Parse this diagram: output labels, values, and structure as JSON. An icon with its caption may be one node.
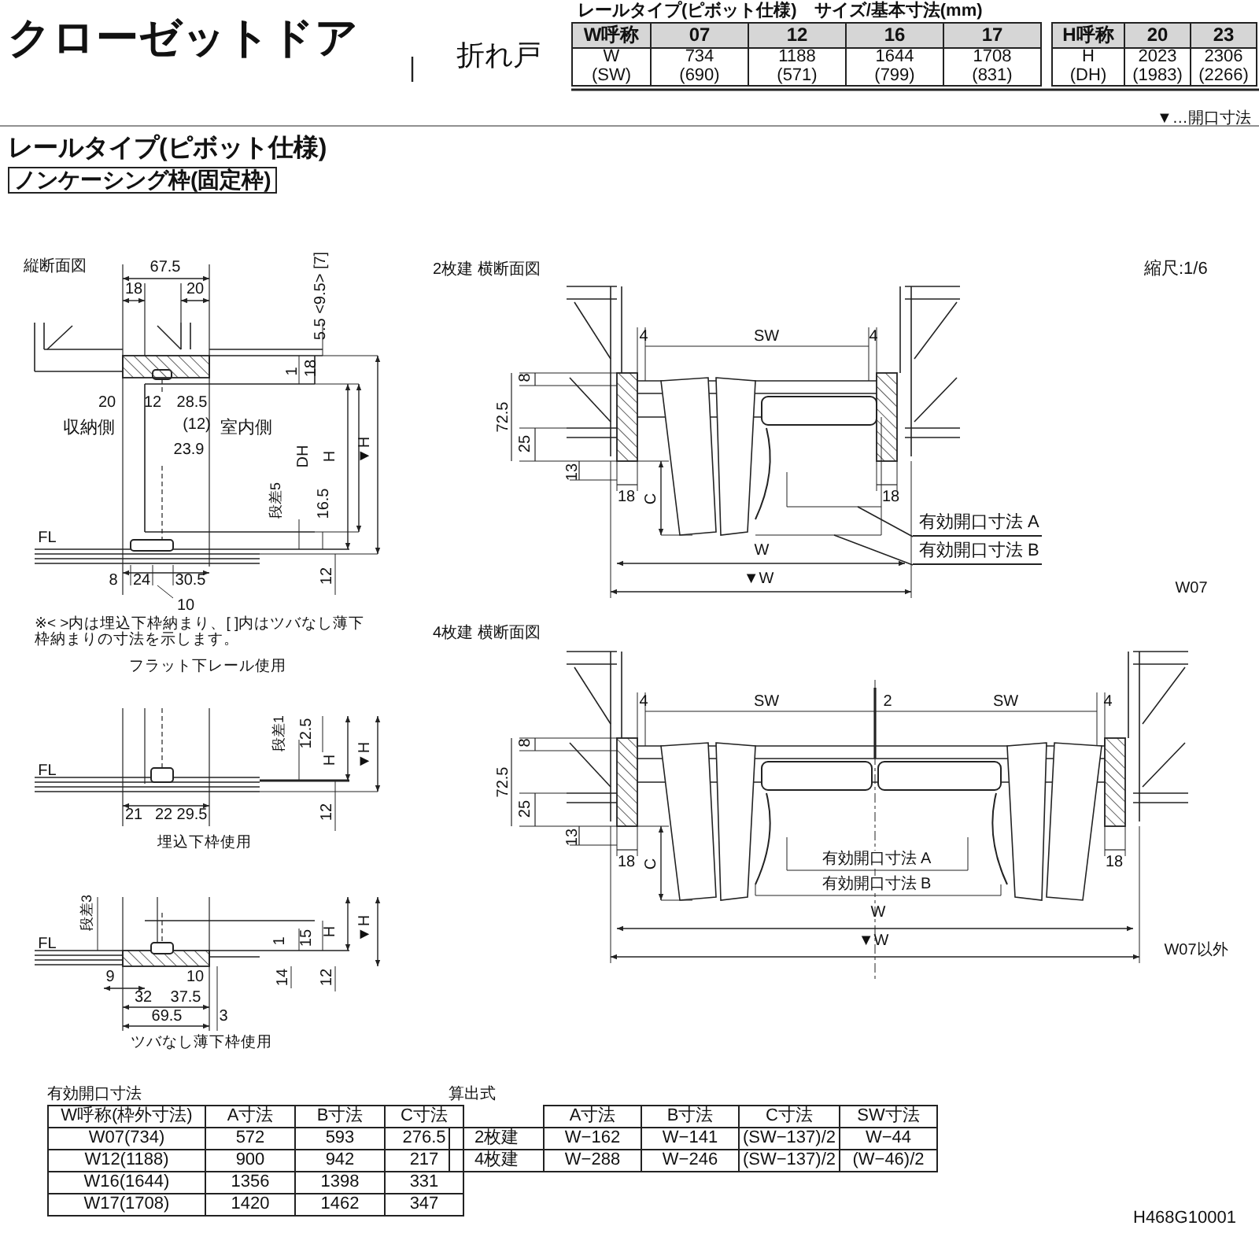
{
  "diagram": {
    "title": "クローゼットドア",
    "nodes": [
      {
        "text": [
          "有効開口寸法 A"
        ]
      },
      {
        "text": [
          "有効開口寸法 B"
        ]
      }
    ],
    "edges": [
      {
        "from": 0,
        "to": null,
        "arrow": "none"
      },
      {
        "from": 1,
        "to": null,
        "arrow": "none"
      }
    ],
    "labels": [
      "折れ戸",
      "レールタイプ(ピボット仕様)　サイズ/基本寸法(mm)",
      "W呼称",
      "07",
      "12",
      "16",
      "17",
      "W (SW)",
      "734 (690)",
      "1188 (571)",
      "1644 (799)",
      "1708 (831)",
      "H呼称",
      "20",
      "23",
      "H (DH)",
      "2023 (1983)",
      "2306 (2266)",
      "▼…開口寸法",
      "レールタイプ(ピボット仕様)",
      "ノンケーシング枠(固定枠)",
      "縦断面図",
      "67.5",
      "18",
      "20",
      "5.5 <9.5> [7]",
      "1",
      "18",
      "20",
      "12",
      "28.5",
      "収納側",
      "(12)",
      "室内側",
      "23.9",
      "DH",
      "H",
      "▼H",
      "段差5",
      "16.5",
      "FL",
      "8",
      "24",
      "30.5",
      "12",
      "10",
      "※< >内は埋込下枠納まり、[ ]内はツバなし薄下枠納まりの寸法を示します。",
      "フラット下レール使用",
      "段差1",
      "12.5",
      "H",
      "▼H",
      "FL",
      "12",
      "21",
      "22",
      "29.5",
      "埋込下枠使用",
      "段差3",
      "H",
      "▼H",
      "FL",
      "1",
      "15",
      "9",
      "10",
      "14",
      "12",
      "32",
      "37.5",
      "69.5",
      "3",
      "ツバなし薄下枠使用",
      "2枚建 横断面図",
      "縮尺:1/6",
      "4",
      "SW",
      "4",
      "8",
      "72.5",
      "25",
      "13",
      "18",
      "C",
      "18",
      "W",
      "▼W",
      "W07",
      "4枚建 横断面図",
      "4",
      "SW",
      "2",
      "SW",
      "4",
      "8",
      "72.5",
      "25",
      "13",
      "18",
      "C",
      "18",
      "有効開口寸法 A",
      "有効開口寸法 B",
      "W",
      "▼W",
      "W07以外",
      "有効開口寸法",
      "W呼称(枠外寸法)",
      "A寸法",
      "B寸法",
      "C寸法",
      "W07(734)",
      "572",
      "593",
      "276.5",
      "W12(1188)",
      "900",
      "942",
      "217",
      "W16(1644)",
      "1356",
      "1398",
      "331",
      "W17(1708)",
      "1420",
      "1462",
      "347",
      "算出式",
      "A寸法",
      "B寸法",
      "C寸法",
      "SW寸法",
      "2枚建",
      "W−162",
      "W−141",
      "(SW−137)/2",
      "W−44",
      "4枚建",
      "W−288",
      "W−246",
      "(SW−137)/2",
      "(W−46)/2",
      "H468G10001"
    ]
  }
}
